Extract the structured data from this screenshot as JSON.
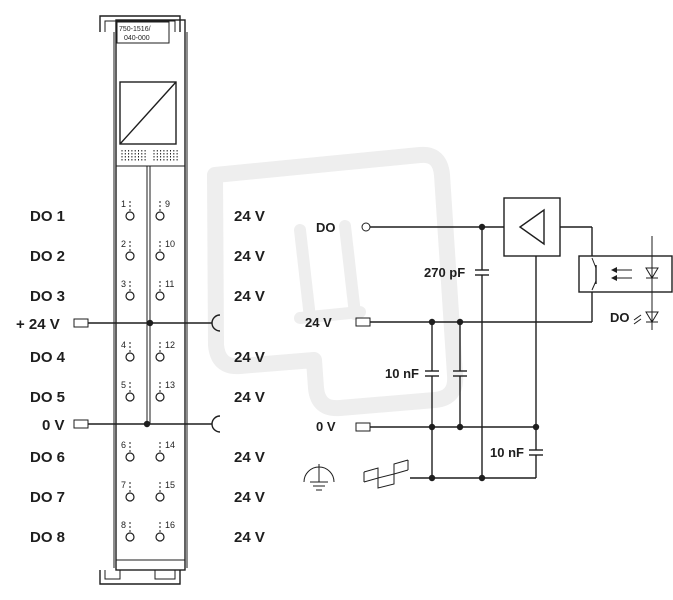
{
  "module": {
    "part_number_line1": "750-1516/",
    "part_number_line2": "040-000"
  },
  "channels": [
    {
      "label": "DO 1",
      "voltage": "24 V",
      "left_terminal": "1",
      "right_terminal": "9"
    },
    {
      "label": "DO 2",
      "voltage": "24 V",
      "left_terminal": "2",
      "right_terminal": "10"
    },
    {
      "label": "DO 3",
      "voltage": "24 V",
      "left_terminal": "3",
      "right_terminal": "11"
    },
    {
      "label": "DO 4",
      "voltage": "24 V",
      "left_terminal": "4",
      "right_terminal": "12"
    },
    {
      "label": "DO 5",
      "voltage": "24 V",
      "left_terminal": "5",
      "right_terminal": "13"
    },
    {
      "label": "DO 6",
      "voltage": "24 V",
      "left_terminal": "6",
      "right_terminal": "14"
    },
    {
      "label": "DO 7",
      "voltage": "24 V",
      "left_terminal": "7",
      "right_terminal": "15"
    },
    {
      "label": "DO 8",
      "voltage": "24 V",
      "left_terminal": "8",
      "right_terminal": "16"
    }
  ],
  "supply": {
    "plus_label": "+ 24 V",
    "zero_label": "0 V"
  },
  "circuit": {
    "do_label": "DO",
    "v24_label": "24 V",
    "v0_label": "0 V",
    "cap_270": "270 pF",
    "cap_10a": "10 nF",
    "cap_10b": "10 nF",
    "led_label": "DO"
  },
  "icons": [
    "ground-icon",
    "din-rail-icon",
    "led-icon",
    "optocoupler-icon",
    "amplifier-icon"
  ],
  "colors": {
    "line": "#1e1e1e",
    "watermark": "#e6e6e6",
    "background": "#ffffff"
  }
}
